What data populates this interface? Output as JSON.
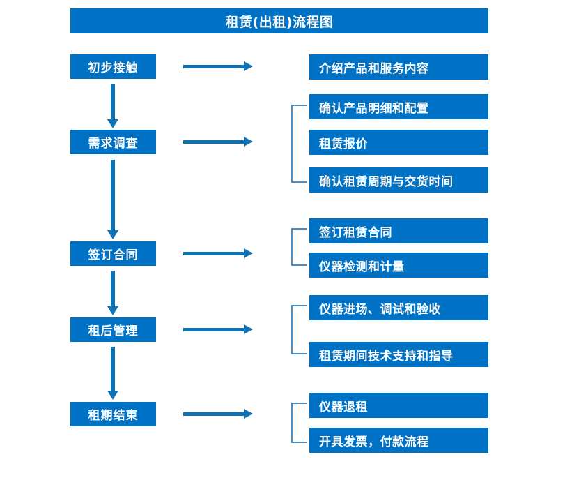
{
  "chart_data": {
    "type": "diagram",
    "title": "租赁(出租)流程图",
    "diagram_kind": "flowchart",
    "orientation": "vertical-stages-with-horizontal-details",
    "accent_color": "#0072C6",
    "arrow_color": "#0E72B5",
    "bracket_color": "#4A8FC4",
    "text_color": "#FFFFFF",
    "background_color": "#FFFFFF",
    "stages": [
      {
        "id": "stage-1",
        "label": "初步接触",
        "details": [
          "介绍产品和服务内容"
        ],
        "has_bracket": false
      },
      {
        "id": "stage-2",
        "label": "需求调查",
        "details": [
          "确认产品明细和配置",
          "租赁报价",
          "确认租赁周期与交货时间"
        ],
        "has_bracket": true
      },
      {
        "id": "stage-3",
        "label": "签订合同",
        "details": [
          "签订租赁合同",
          "仪器检测和计量"
        ],
        "has_bracket": true
      },
      {
        "id": "stage-4",
        "label": "租后管理",
        "details": [
          "仪器进场、调试和验收",
          "租赁期间技术支持和指导"
        ],
        "has_bracket": true
      },
      {
        "id": "stage-5",
        "label": "租期结束",
        "details": [
          "仪器退租",
          "开具发票，付款流程"
        ],
        "has_bracket": true
      }
    ]
  },
  "header": {
    "title": "租赁(出租)流程图"
  },
  "flow": {
    "stage_labels": [
      "初步接触",
      "需求调查",
      "签订合同",
      "租后管理",
      "租期结束"
    ],
    "details": {
      "group_1": [
        "介绍产品和服务内容"
      ],
      "group_2": [
        "确认产品明细和配置",
        "租赁报价",
        "确认租赁周期与交货时间"
      ],
      "group_3": [
        "签订租赁合同",
        "仪器检测和计量"
      ],
      "group_4": [
        "仪器进场、调试和验收",
        "租赁期间技术支持和指导"
      ],
      "group_5": [
        "仪器退租",
        "开具发票，付款流程"
      ]
    }
  }
}
